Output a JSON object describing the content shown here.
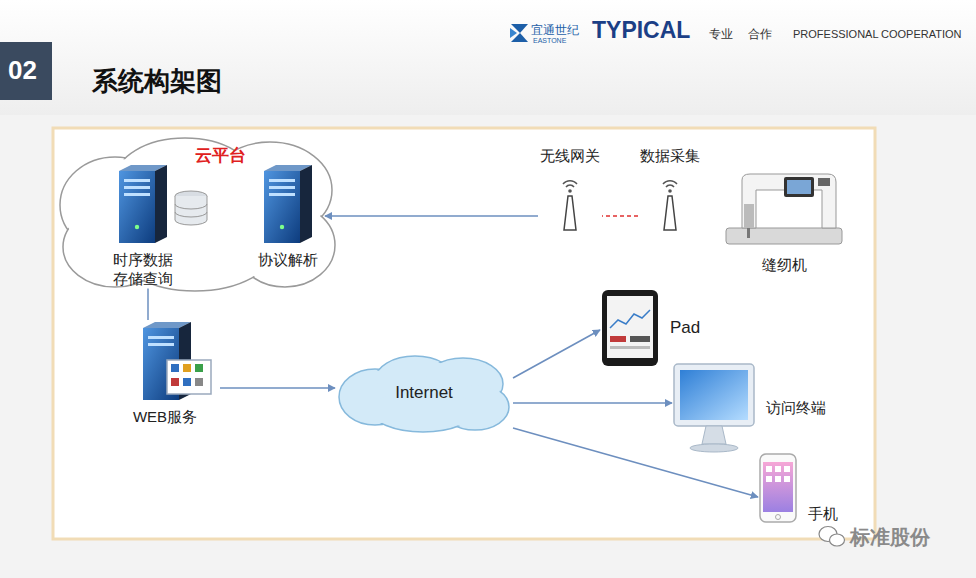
{
  "diagram": {
    "title": "系统构架图",
    "nodes": [
      {
        "text": [
          "云平台"
        ]
      },
      {
        "text": [
          "时序数据 存储查询"
        ],
        "in": 0
      },
      {
        "text": [
          "协议解析"
        ],
        "in": 0
      },
      {
        "text": [
          "无线网关"
        ]
      },
      {
        "text": [
          "数据采集"
        ]
      },
      {
        "text": [
          "缝纫机"
        ]
      },
      {
        "text": [
          "WEB服务"
        ]
      },
      {
        "text": [
          "Internet"
        ]
      },
      {
        "text": [
          "Pad"
        ]
      },
      {
        "text": [
          "访问终端"
        ]
      },
      {
        "text": [
          "手机"
        ]
      }
    ],
    "edges": [
      {
        "from": 1,
        "to": 2,
        "arrow": "both"
      },
      {
        "from": 3,
        "to": 2,
        "arrow": "to"
      },
      {
        "from": 4,
        "to": 3,
        "arrow": "none"
      },
      {
        "from": 1,
        "to": 6,
        "arrow": "none"
      },
      {
        "from": 6,
        "to": 7,
        "arrow": "to"
      },
      {
        "from": 7,
        "to": 8,
        "arrow": "to"
      },
      {
        "from": 7,
        "to": 9,
        "arrow": "to"
      },
      {
        "from": 7,
        "to": 10,
        "arrow": "to"
      }
    ],
    "labels": [
      "02",
      "宜通世纪",
      "EASTONE",
      "TYPICAL",
      "专业",
      "合作",
      "PROFESSIONAL",
      "COOPERATION",
      "标准股份"
    ]
  }
}
